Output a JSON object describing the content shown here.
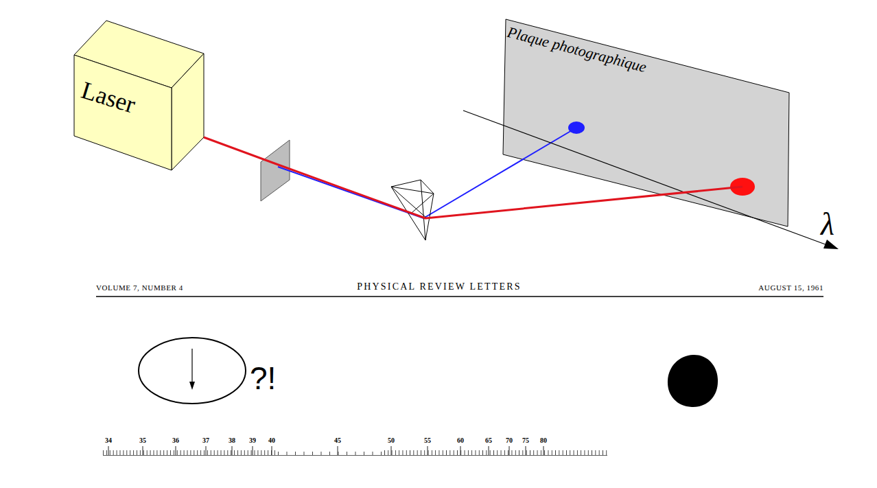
{
  "diagram": {
    "nodes": [
      {
        "text": [
          "Laser"
        ]
      },
      {
        "text": [
          "Plaque photographique"
        ]
      }
    ],
    "edges": [
      {
        "from": 0,
        "to": 1,
        "arrow": "none"
      }
    ],
    "labels": [
      "λ",
      "VOLUME 7, NUMBER 4",
      "PHYSICAL REVIEW LETTERS",
      "AUGUST 15, 1961",
      "?!",
      "34",
      "35",
      "36",
      "37",
      "38",
      "39",
      "40",
      "45",
      "50",
      "55",
      "60",
      "65",
      "70",
      "75",
      "80"
    ]
  }
}
